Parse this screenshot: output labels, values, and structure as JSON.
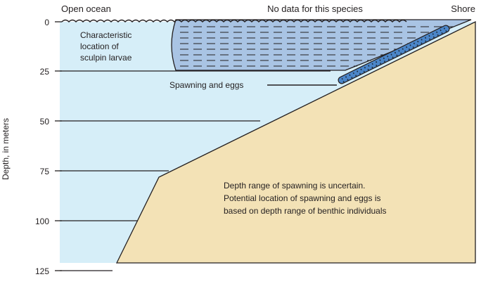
{
  "diagram": {
    "top_labels": {
      "left": "Open ocean",
      "center": "No data for this species",
      "right": "Shore"
    },
    "y_axis": {
      "label": "Depth, in meters",
      "ticks": [
        "0",
        "25",
        "50",
        "75",
        "100",
        "125"
      ]
    },
    "annotations": {
      "larvae": [
        "Characteristic",
        "location of",
        "sculpin larvae"
      ],
      "spawning": "Spawning and eggs",
      "note": [
        "Depth range of spawning is uncertain.",
        "Potential location of spawning and eggs is",
        "based on depth range of benthic individuals"
      ]
    },
    "colors": {
      "water": "#d6eef8",
      "seabed": "#f3e2b6",
      "larvae_zone": "#a9c4e4",
      "spawning_zone": "#4b86c9",
      "line": "#231f20"
    }
  }
}
